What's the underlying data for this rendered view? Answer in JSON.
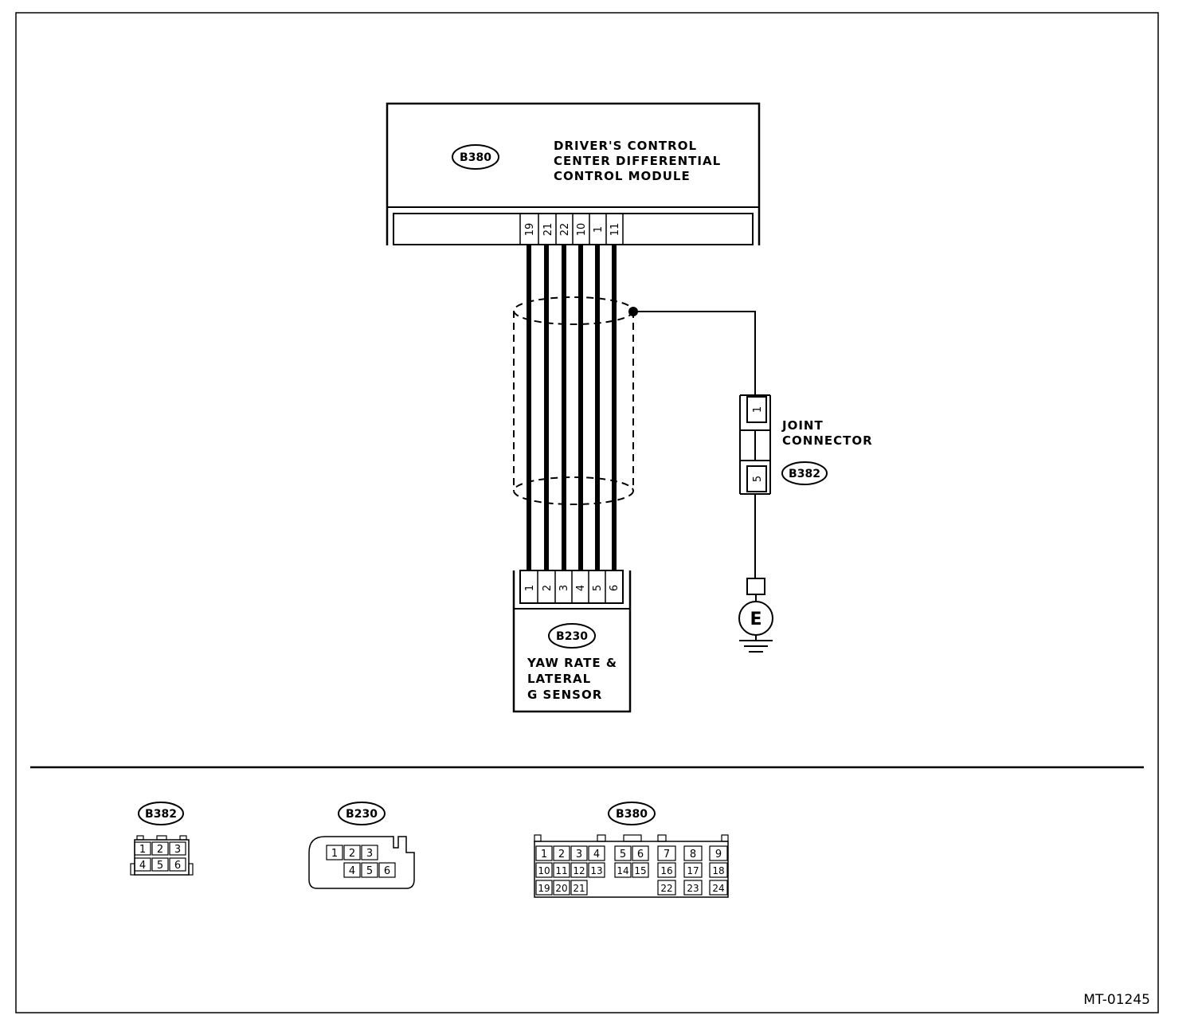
{
  "module": {
    "connector_id": "B380",
    "label_lines": [
      "DRIVER'S CONTROL",
      "CENTER DIFFERENTIAL",
      "CONTROL MODULE"
    ],
    "pins": [
      "19",
      "21",
      "22",
      "10",
      "1",
      "11"
    ]
  },
  "sensor": {
    "connector_id": "B230",
    "label_lines": [
      "YAW RATE &",
      "LATERAL",
      "G SENSOR"
    ],
    "pins": [
      "1",
      "2",
      "3",
      "4",
      "5",
      "6"
    ]
  },
  "joint_connector": {
    "connector_id": "B382",
    "label_lines": [
      "JOINT",
      "CONNECTOR"
    ],
    "pin_top": "1",
    "pin_bottom": "5"
  },
  "ground": {
    "symbol": "E"
  },
  "legend": {
    "b382": {
      "id": "B382",
      "row1": [
        "1",
        "2",
        "3"
      ],
      "row2": [
        "4",
        "5",
        "6"
      ]
    },
    "b230": {
      "id": "B230",
      "row1": [
        "1",
        "2",
        "3"
      ],
      "row2": [
        "4",
        "5",
        "6"
      ]
    },
    "b380": {
      "id": "B380",
      "row1": [
        "1",
        "2",
        "3",
        "4",
        "5",
        "6",
        "7",
        "8",
        "9"
      ],
      "row2": [
        "10",
        "11",
        "12",
        "13",
        "14",
        "15",
        "16",
        "17",
        "18"
      ],
      "row3": [
        "19",
        "20",
        "21",
        "22",
        "23",
        "24"
      ]
    }
  },
  "figure_code": "MT-01245"
}
